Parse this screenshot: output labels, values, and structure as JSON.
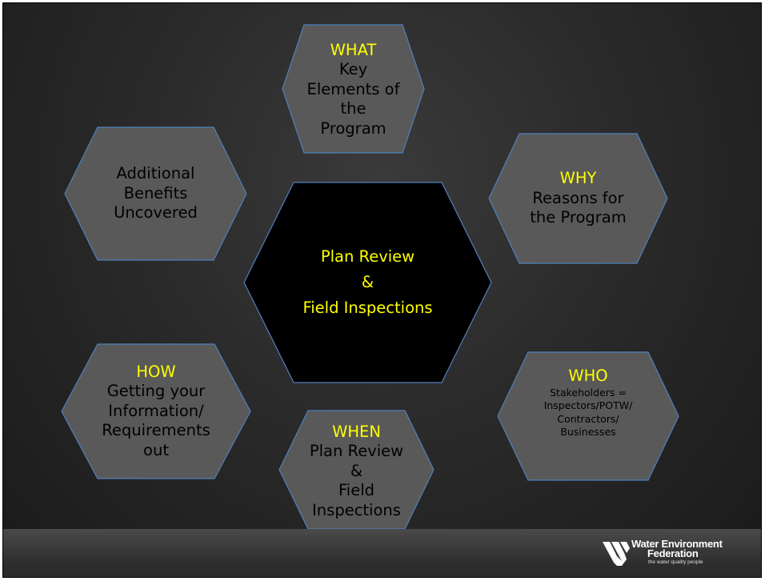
{
  "diagram": {
    "center": {
      "lines": [
        "Plan Review",
        "&",
        "Field Inspections"
      ]
    },
    "what": {
      "heading": "WHAT",
      "lines": [
        "Key",
        "Elements of",
        "the",
        "Program"
      ]
    },
    "why": {
      "heading": "WHY",
      "lines": [
        "Reasons for",
        "the Program"
      ]
    },
    "who": {
      "heading": "WHO",
      "lines": [
        "Stakeholders =",
        "Inspectors/POTW/",
        "Contractors/",
        "Businesses"
      ]
    },
    "when": {
      "heading": "WHEN",
      "lines": [
        "Plan Review",
        "&",
        "Field",
        "Inspections"
      ]
    },
    "how": {
      "heading": "HOW",
      "lines": [
        "Getting your",
        "Information/",
        "Requirements",
        "out"
      ]
    },
    "benefits": {
      "lines": [
        "Additional",
        "Benefits",
        "Uncovered"
      ]
    }
  },
  "logo": {
    "line1": "Water Environment",
    "line2": "Federation",
    "tagline": "the water quality people"
  },
  "colors": {
    "hex_fill": "#595959",
    "hex_stroke": "#4f81bd",
    "center_fill": "#000000",
    "accent_text": "#ffff00"
  }
}
